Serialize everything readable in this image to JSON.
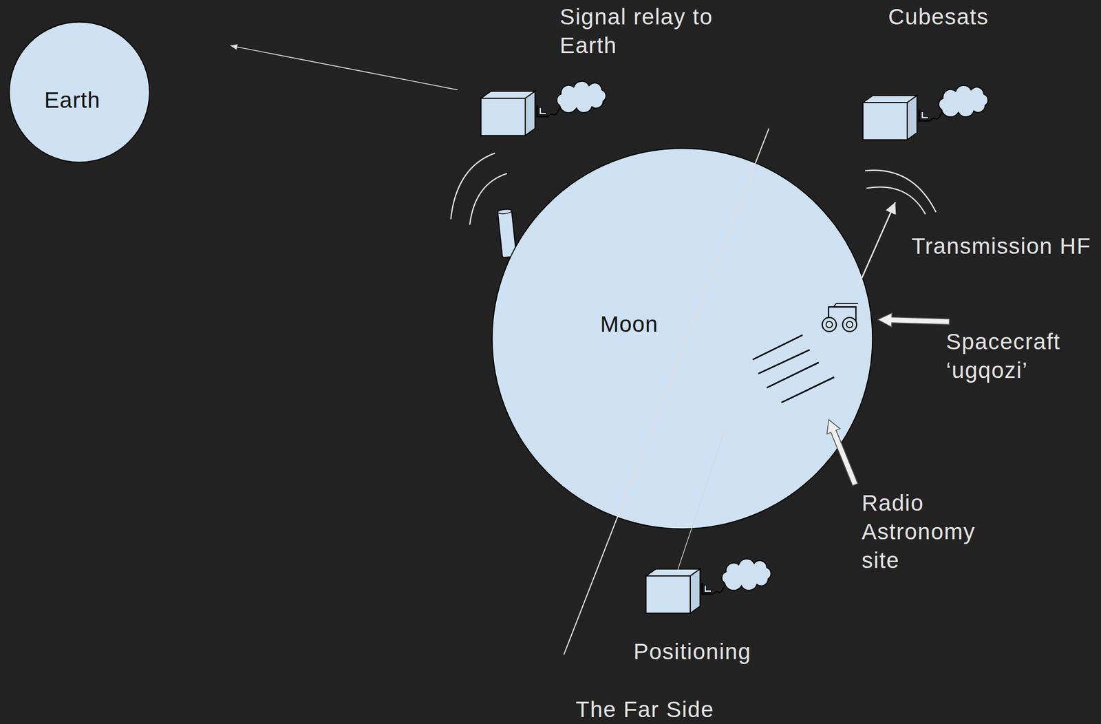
{
  "diagram": {
    "nodes": [
      {
        "text": [
          "Earth"
        ]
      },
      {
        "text": [
          "Moon"
        ]
      }
    ],
    "labels": [
      "Signal relay to Earth",
      "Cubesats",
      "Transmission HF",
      "Spacecraft ‘ugqozi’",
      "Radio Astronomy site",
      "Positioning",
      "The Far Side"
    ]
  }
}
